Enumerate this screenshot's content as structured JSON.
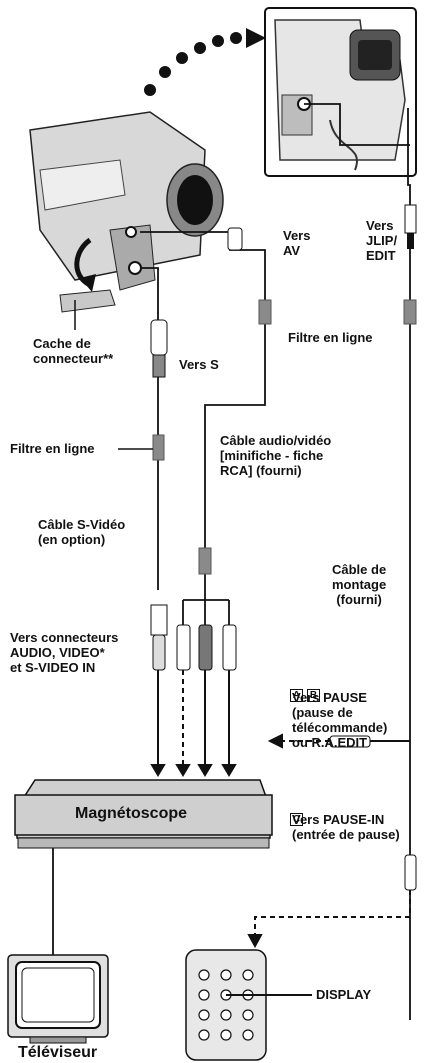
{
  "labels": {
    "vers_av": "Vers\nAV",
    "vers_jlip": "Vers\nJLIP/\nEDIT",
    "filtre_right": "Filtre en ligne",
    "cache": "Cache de\nconnecteur**",
    "vers_s": "Vers S",
    "filtre_left": "Filtre en ligne",
    "cable_av": "Câble audio/vidéo\n[minifiche - fiche\nRCA] (fourni)",
    "cable_svideo": "Câble S-Vidéo\n(en option)",
    "cable_montage": "Câble de\nmontage\n(fourni)",
    "vers_connecteurs": "Vers connecteurs\nAUDIO, VIDEO*\net S-VIDEO IN",
    "box_a": "A",
    "box_b": "B",
    "vers_pause": "Vers PAUSE\n(pause de\ntélécommande)\nou R.A.EDIT",
    "box_c": "C",
    "vers_pause_in": "Vers PAUSE-IN\n(entrée de pause)",
    "vcr": "Magnétoscope",
    "display": "DISPLAY",
    "tv": "Téléviseur"
  },
  "colors": {
    "filter": "#8a8a8a",
    "vcr_fill": "#cfcfcf",
    "line": "#111111"
  }
}
